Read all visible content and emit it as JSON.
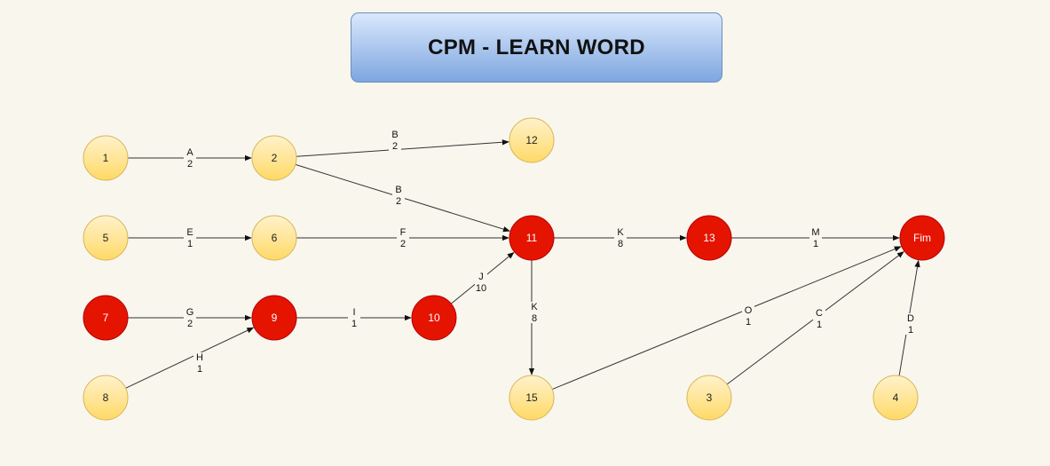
{
  "title": "CPM - LEARN WORD",
  "colors": {
    "normal_fill_top": "#fff2cc",
    "normal_fill_bottom": "#ffd966",
    "normal_stroke": "#d6b656",
    "critical_fill": "#e51400",
    "critical_stroke": "#b20000",
    "edge": "#333333"
  },
  "nodes": [
    {
      "id": "1",
      "label": "1",
      "critical": false
    },
    {
      "id": "2",
      "label": "2",
      "critical": false
    },
    {
      "id": "12",
      "label": "12",
      "critical": false
    },
    {
      "id": "5",
      "label": "5",
      "critical": false
    },
    {
      "id": "6",
      "label": "6",
      "critical": false
    },
    {
      "id": "11",
      "label": "11",
      "critical": true
    },
    {
      "id": "13",
      "label": "13",
      "critical": true
    },
    {
      "id": "Fim",
      "label": "Fim",
      "critical": true
    },
    {
      "id": "7",
      "label": "7",
      "critical": true
    },
    {
      "id": "9",
      "label": "9",
      "critical": true
    },
    {
      "id": "10",
      "label": "10",
      "critical": true
    },
    {
      "id": "8",
      "label": "8",
      "critical": false
    },
    {
      "id": "15",
      "label": "15",
      "critical": false
    },
    {
      "id": "3",
      "label": "3",
      "critical": false
    },
    {
      "id": "4",
      "label": "4",
      "critical": false
    }
  ],
  "edges": [
    {
      "from": "1",
      "to": "2",
      "activity": "A",
      "duration": "2"
    },
    {
      "from": "2",
      "to": "12",
      "activity": "B",
      "duration": "2"
    },
    {
      "from": "2",
      "to": "11",
      "activity": "B",
      "duration": "2"
    },
    {
      "from": "5",
      "to": "6",
      "activity": "E",
      "duration": "1"
    },
    {
      "from": "6",
      "to": "11",
      "activity": "F",
      "duration": "2"
    },
    {
      "from": "11",
      "to": "13",
      "activity": "K",
      "duration": "8"
    },
    {
      "from": "13",
      "to": "Fim",
      "activity": "M",
      "duration": "1"
    },
    {
      "from": "7",
      "to": "9",
      "activity": "G",
      "duration": "2"
    },
    {
      "from": "9",
      "to": "10",
      "activity": "I",
      "duration": "1"
    },
    {
      "from": "10",
      "to": "11",
      "activity": "J",
      "duration": "10"
    },
    {
      "from": "8",
      "to": "9",
      "activity": "H",
      "duration": "1"
    },
    {
      "from": "11",
      "to": "15",
      "activity": "K",
      "duration": "8"
    },
    {
      "from": "15",
      "to": "Fim",
      "activity": "O",
      "duration": "1"
    },
    {
      "from": "3",
      "to": "Fim",
      "activity": "C",
      "duration": "1"
    },
    {
      "from": "4",
      "to": "Fim",
      "activity": "D",
      "duration": "1"
    }
  ]
}
